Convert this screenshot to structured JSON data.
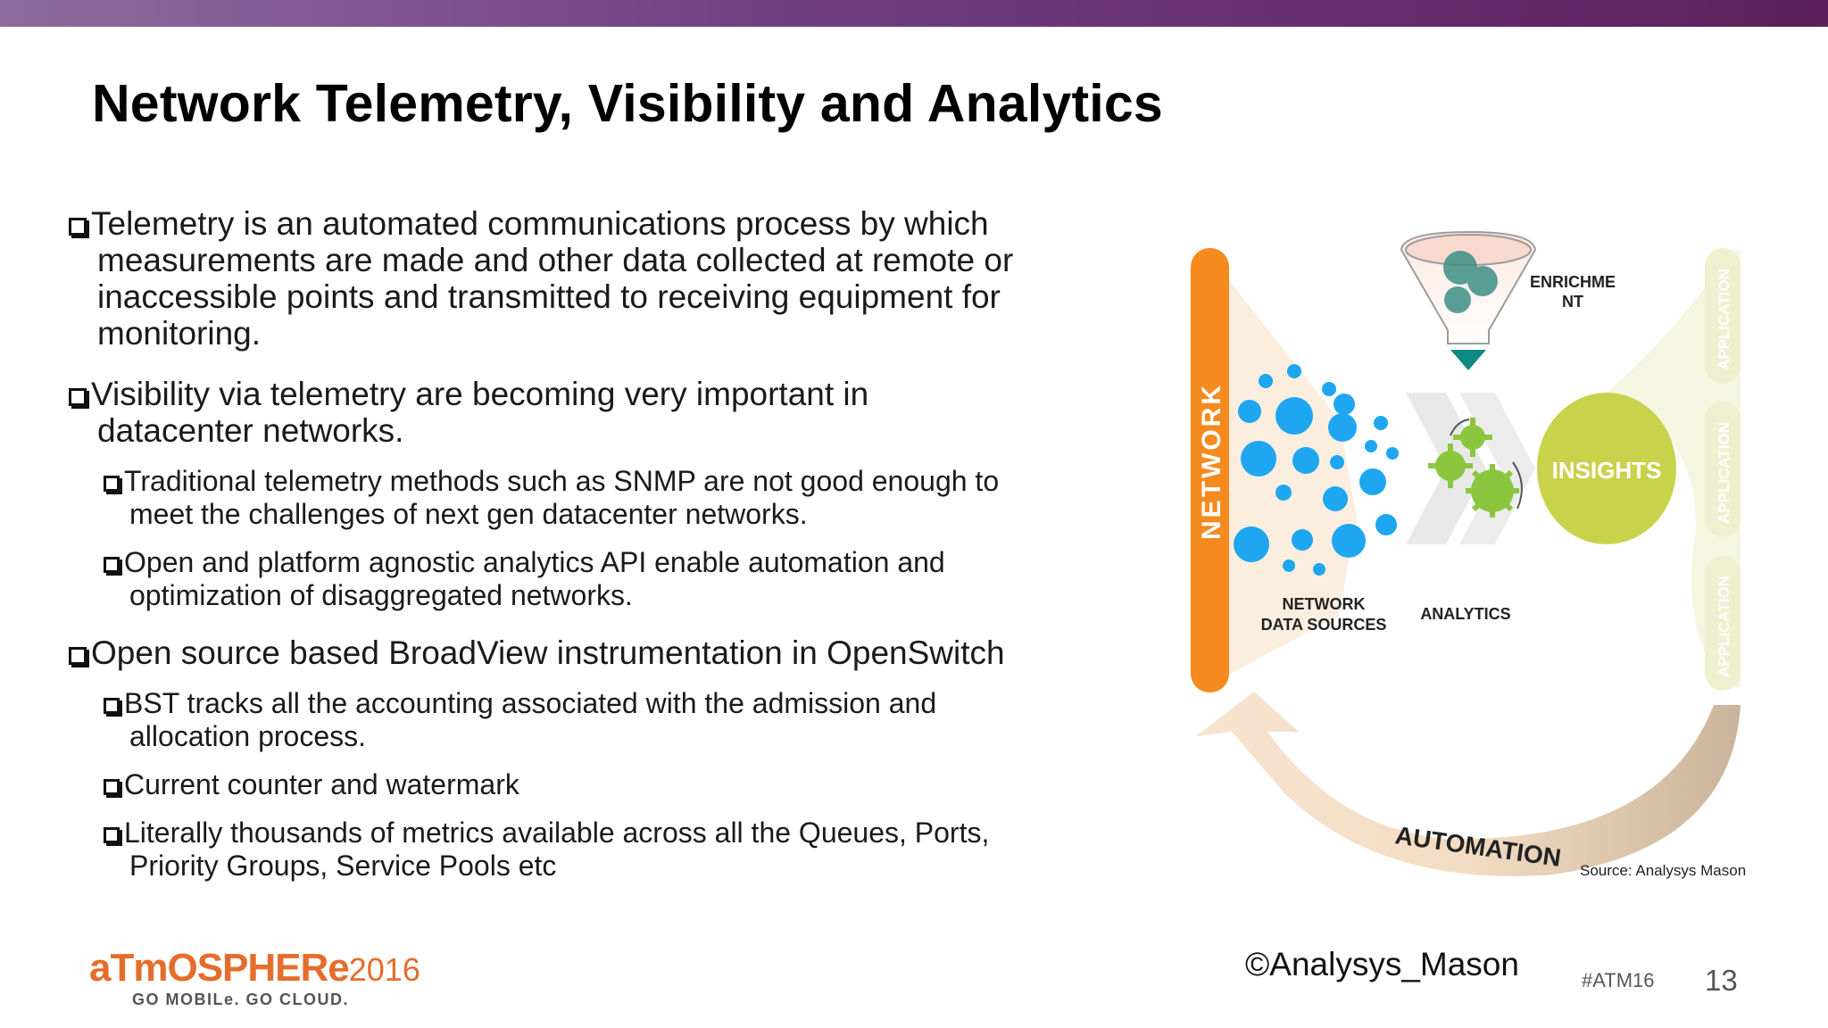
{
  "slide": {
    "title": "Network Telemetry, Visibility and Analytics",
    "bullets": [
      {
        "level": 1,
        "lines": [
          "Telemetry is an automated communications process by which",
          "measurements are made and other data collected at remote or",
          "inaccessible points and transmitted to receiving equipment for",
          "monitoring."
        ]
      },
      {
        "level": 1,
        "lines": [
          "Visibility via telemetry are becoming very important in",
          "datacenter networks."
        ]
      },
      {
        "level": 2,
        "lines": [
          "Traditional telemetry methods such as SNMP are not good enough to",
          "meet the challenges of next gen datacenter networks."
        ]
      },
      {
        "level": 2,
        "lines": [
          "Open and platform agnostic analytics API enable automation and",
          "optimization of disaggregated networks."
        ]
      },
      {
        "level": 1,
        "lines": [
          "Open source based BroadView instrumentation in OpenSwitch"
        ]
      },
      {
        "level": 2,
        "lines": [
          "BST tracks all the accounting associated with the admission and",
          "allocation process."
        ]
      },
      {
        "level": 2,
        "lines": [
          "Current counter and watermark"
        ]
      },
      {
        "level": 2,
        "lines": [
          "Literally thousands of metrics available across all the Queues, Ports,",
          "Priority Groups, Service Pools etc"
        ]
      }
    ],
    "diagram": {
      "network_label": "NETWORK",
      "enrichment_label_1": "ENRICHME",
      "enrichment_label_2": "NT",
      "sources_label_1": "NETWORK",
      "sources_label_2": "DATA SOURCES",
      "analytics_label": "ANALYTICS",
      "insights_label": "INSIGHTS",
      "application_labels": [
        "APPLICATION",
        "APPLICATION",
        "APPLICATION"
      ],
      "automation_label": "AUTOMATION",
      "colors": {
        "network": "#f58a1f",
        "dots": "#1ea7f0",
        "gears": "#8cc63f",
        "insights": "#c8d24a",
        "application": "#eef0cf",
        "funnel": "#3d8f86",
        "arrow": "#0e8a82"
      }
    },
    "source": "Source: Analysys Mason",
    "logo": {
      "word": "aTmOSPHERe",
      "year": "2016",
      "tagline": "GO MOBILe. GO CLOUD."
    },
    "copyright": "©Analysys_Mason",
    "hashtag": "#ATM16",
    "page_number": "13"
  }
}
